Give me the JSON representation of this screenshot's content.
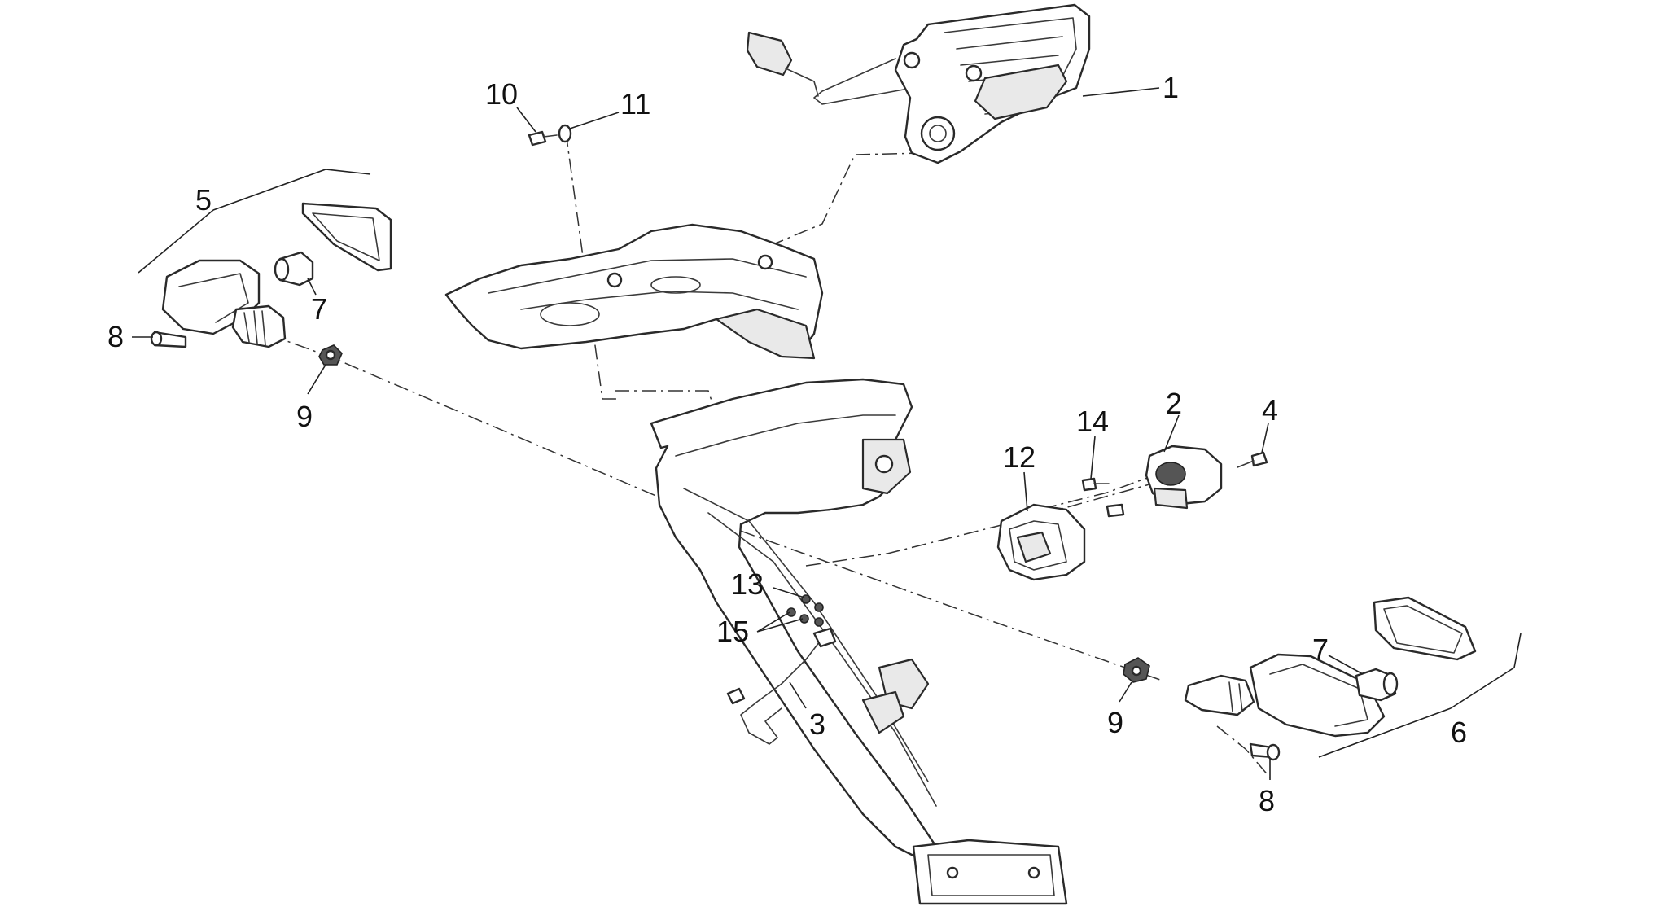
{
  "callouts": {
    "c1": "1",
    "c2": "2",
    "c3": "3",
    "c4": "4",
    "c5": "5",
    "c6": "6",
    "c7_left": "7",
    "c7_right": "7",
    "c8_left": "8",
    "c8_right": "8",
    "c9_left": "9",
    "c9_right": "9",
    "c10": "10",
    "c11": "11",
    "c12": "12",
    "c13": "13",
    "c14": "14",
    "c15": "15"
  },
  "colors": {
    "line": "#2a2a2a",
    "background": "#ffffff"
  }
}
